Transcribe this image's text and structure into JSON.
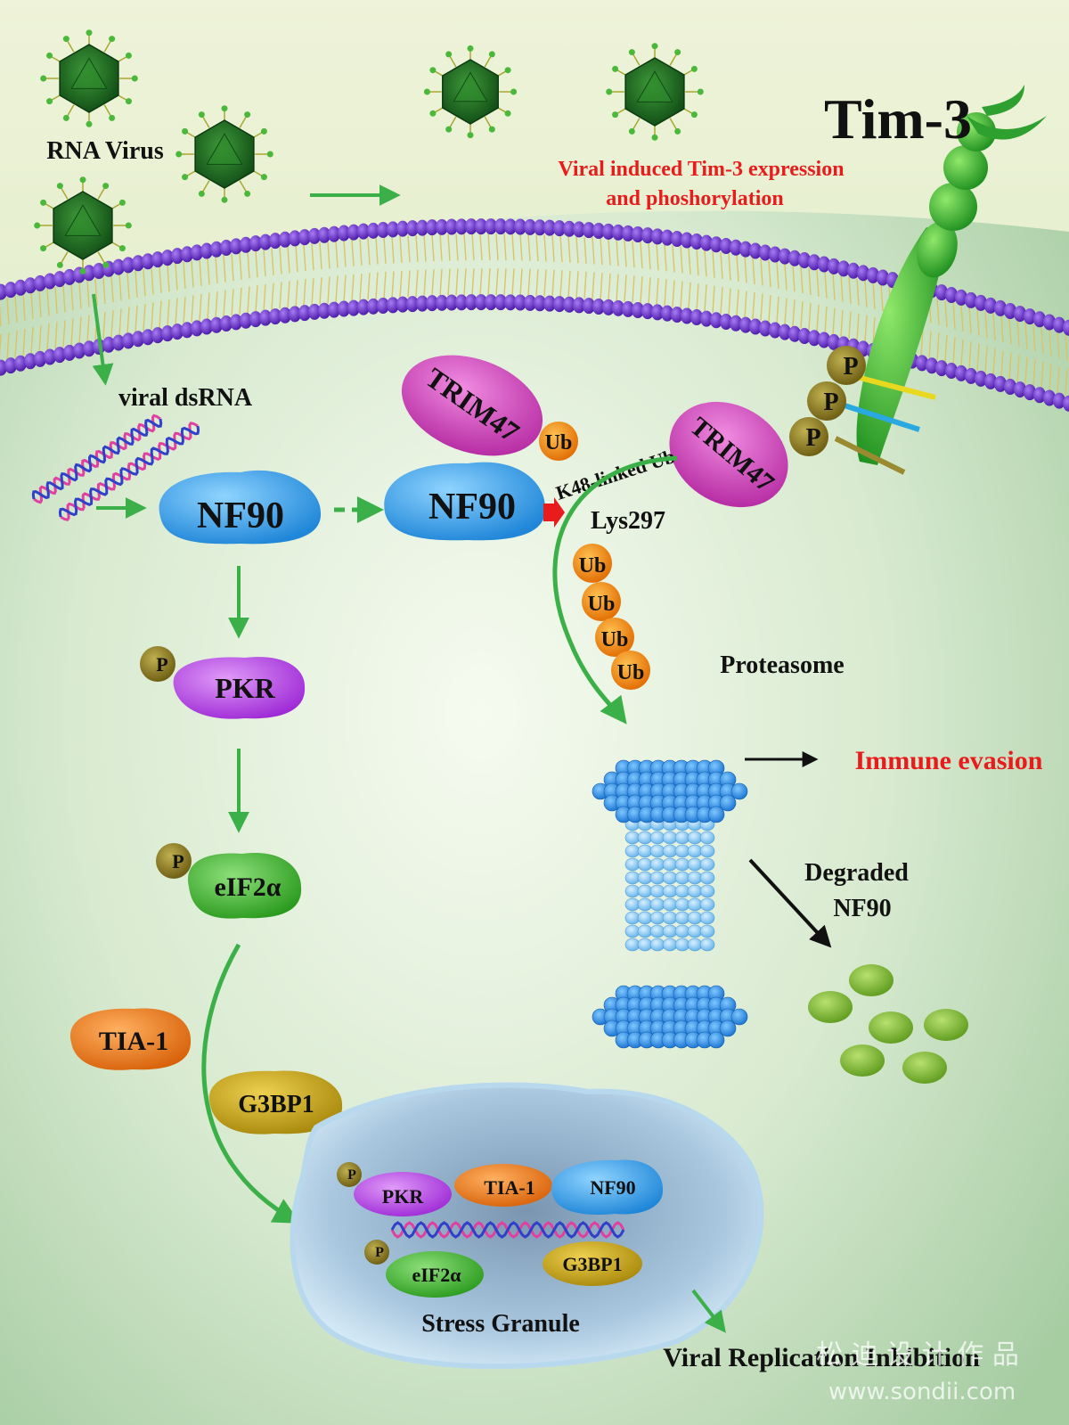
{
  "labels": {
    "rna_virus": "RNA Virus",
    "tim3": "Tim-3",
    "tim3_expression_line1": "Viral induced Tim-3 expression",
    "tim3_expression_line2": "and phoshorylation",
    "viral_dsrna": "viral dsRNA",
    "nf90": "NF90",
    "trim47": "TRIM47",
    "ub": "Ub",
    "p": "P",
    "k48_linked_ub": "K48-linked Ub",
    "lys297": "Lys297",
    "proteasome": "Proteasome",
    "immune_evasion": "Immune evasion",
    "degraded_nf90_line1": "Degraded",
    "degraded_nf90_line2": "NF90",
    "pkr": "PKR",
    "eif2a": "eIF2α",
    "tia1": "TIA-1",
    "g3bp1": "G3BP1",
    "stress_granule": "Stress Granule",
    "viral_replication_inhibition": "Viral Replication Inhibition",
    "watermark_cn": "松 迪 设 计 作 品",
    "watermark_url": "www.sondii.com"
  },
  "colors": {
    "membrane_head": "#6a2fd0",
    "nf90": "#3aa6ee",
    "trim47": "#d63fc0",
    "ub": "#f08a10",
    "phospho": "#8a7a20",
    "pkr": "#b84ae8",
    "eif2a": "#3cb02c",
    "tia1": "#ee7a1c",
    "g3bp1": "#c8a818",
    "tim3": "#3cb83c",
    "proteasome": "#2a90e8",
    "arrow_green": "#3cb048",
    "highlight_red": "#e81c1c"
  }
}
